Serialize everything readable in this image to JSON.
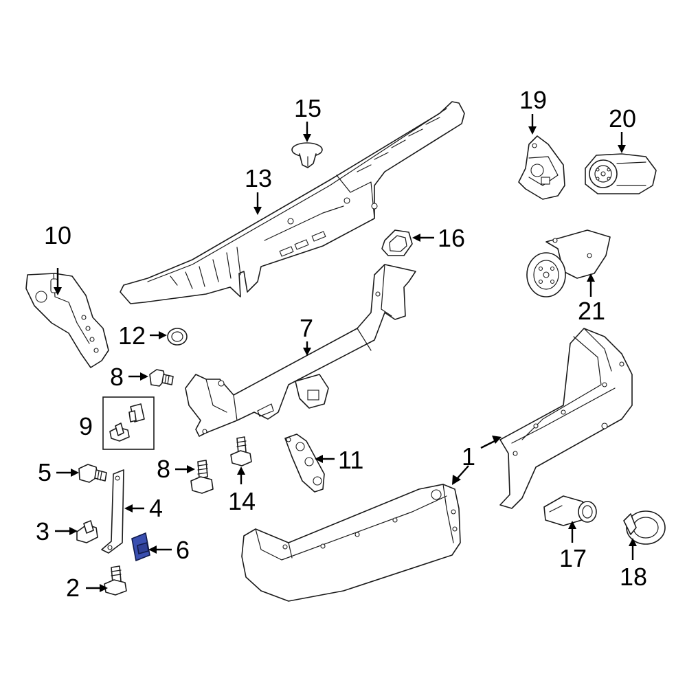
{
  "diagram": {
    "highlight_color": "#3a4fb0",
    "line_color": "#1a1a1a",
    "callouts": [
      {
        "id": "1",
        "label": "1"
      },
      {
        "id": "2",
        "label": "2"
      },
      {
        "id": "3",
        "label": "3"
      },
      {
        "id": "4",
        "label": "4"
      },
      {
        "id": "5",
        "label": "5"
      },
      {
        "id": "6",
        "label": "6"
      },
      {
        "id": "7",
        "label": "7"
      },
      {
        "id": "8a",
        "label": "8"
      },
      {
        "id": "8b",
        "label": "8"
      },
      {
        "id": "9",
        "label": "9"
      },
      {
        "id": "10",
        "label": "10"
      },
      {
        "id": "11",
        "label": "11"
      },
      {
        "id": "12",
        "label": "12"
      },
      {
        "id": "13",
        "label": "13"
      },
      {
        "id": "14",
        "label": "14"
      },
      {
        "id": "15",
        "label": "15"
      },
      {
        "id": "16",
        "label": "16"
      },
      {
        "id": "17",
        "label": "17"
      },
      {
        "id": "18",
        "label": "18"
      },
      {
        "id": "19",
        "label": "19"
      },
      {
        "id": "20",
        "label": "20"
      },
      {
        "id": "21",
        "label": "21"
      }
    ]
  }
}
